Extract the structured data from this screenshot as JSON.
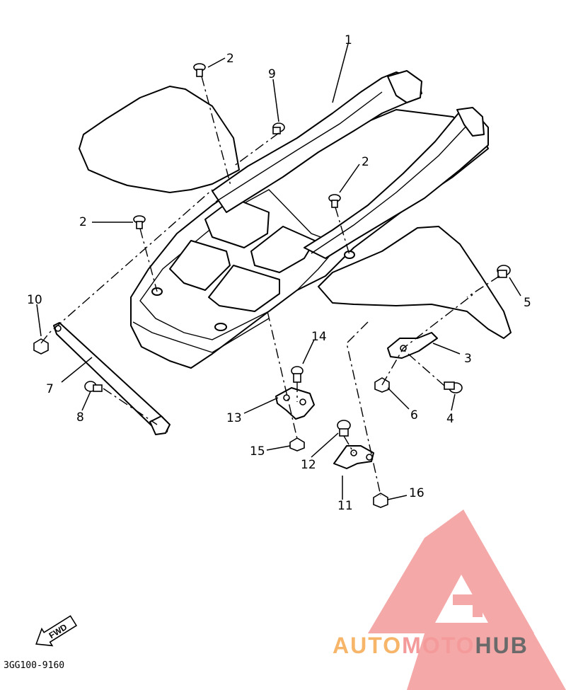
{
  "diagram": {
    "drawing_code": "3GG100-9160",
    "fwd_label": "FWD",
    "callouts": {
      "c1": "1",
      "c2a": "2",
      "c2b": "2",
      "c2c": "2",
      "c3": "3",
      "c4": "4",
      "c5": "5",
      "c6": "6",
      "c7": "7",
      "c8": "8",
      "c9": "9",
      "c10": "10",
      "c11": "11",
      "c12": "12",
      "c13": "13",
      "c14": "14",
      "c15": "15",
      "c16": "16"
    }
  },
  "watermark": {
    "part1": "AUTO",
    "part2": "MOTO",
    "part3": "HUB",
    "colors": {
      "orange": "#f7b56a",
      "red": "#f49a9a",
      "gray": "#6a6a6a"
    }
  }
}
